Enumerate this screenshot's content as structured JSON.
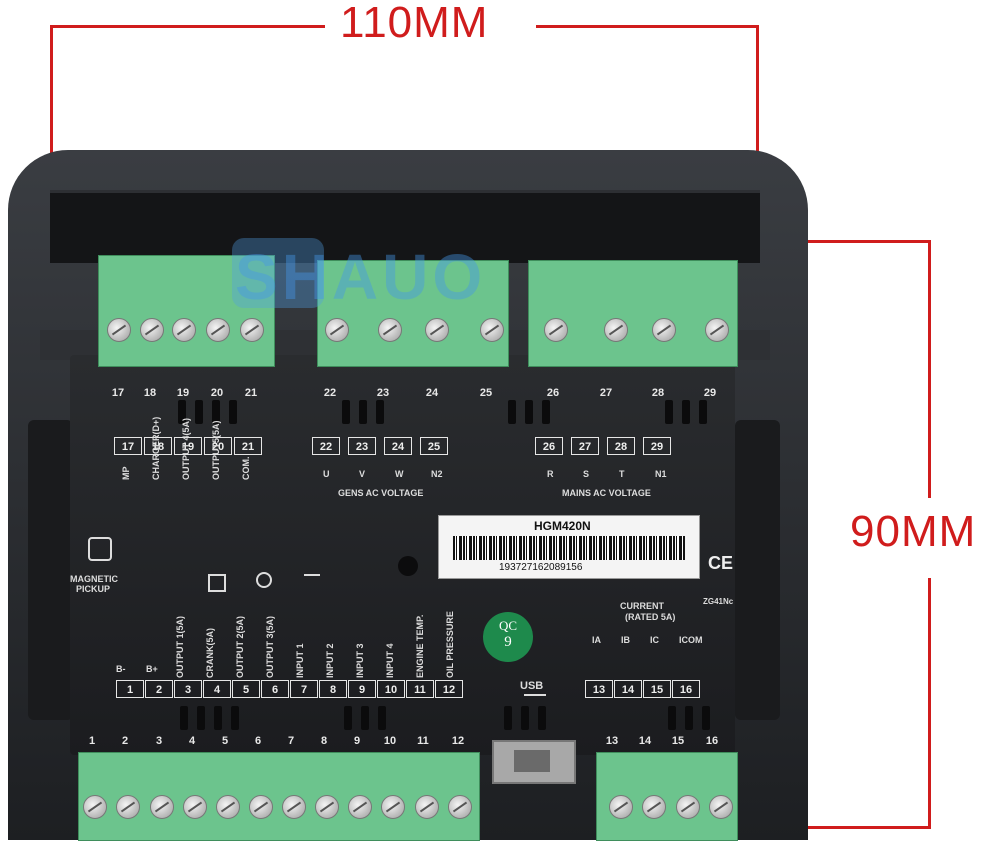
{
  "dimensions": {
    "width_label": "110MM",
    "height_label": "90MM"
  },
  "watermark": "SHAUO",
  "product": {
    "model": "HGM420N",
    "serial": "193727162089156",
    "ce_mark": "CE",
    "code": "ZG41Nc"
  },
  "qc_badge": {
    "top": "QC",
    "bottom": "9"
  },
  "top_terminals": [
    "17",
    "18",
    "19",
    "20",
    "21",
    "22",
    "23",
    "24",
    "25",
    "26",
    "27",
    "28",
    "29"
  ],
  "bottom_terminals": [
    "1",
    "2",
    "3",
    "4",
    "5",
    "6",
    "7",
    "8",
    "9",
    "10",
    "11",
    "12",
    "13",
    "14",
    "15",
    "16"
  ],
  "gens": {
    "pins": [
      "22",
      "23",
      "24",
      "25"
    ],
    "phases": [
      "U",
      "V",
      "W",
      "N2"
    ],
    "label": "GENS AC VOLTAGE"
  },
  "mains": {
    "pins": [
      "26",
      "27",
      "28",
      "29"
    ],
    "phases": [
      "R",
      "S",
      "T",
      "N1"
    ],
    "label": "MAINS AC VOLTAGE"
  },
  "left_pins": [
    "17",
    "18",
    "19",
    "20",
    "21"
  ],
  "left_pin_labels": [
    "MP",
    "CHARGER(D+)",
    "OUTPUT 4(5A)",
    "OUTPUT5(5A)",
    "COM."
  ],
  "magnetic_pickup": [
    "MAGNETIC",
    "PICKUP"
  ],
  "bottom_pin_labels": [
    "B-",
    "B+",
    "OUTPUT 1(5A)",
    "CRANK(5A)",
    "OUTPUT 2(5A)",
    "OUTPUT 3(5A)",
    "INPUT 1",
    "INPUT 2",
    "INPUT 3",
    "INPUT 4",
    "ENGINE TEMP.",
    "OIL PRESSURE"
  ],
  "current": {
    "title": [
      "CURRENT",
      "(RATED 5A)"
    ],
    "phases": [
      "IA",
      "IB",
      "IC",
      "ICOM"
    ],
    "pins": [
      "13",
      "14",
      "15",
      "16"
    ]
  },
  "usb_label": "USB",
  "colors": {
    "dimension": "#d01c1c",
    "terminal": "#6cc48d",
    "device": "#1f2124",
    "qc": "#1e8a4c"
  }
}
